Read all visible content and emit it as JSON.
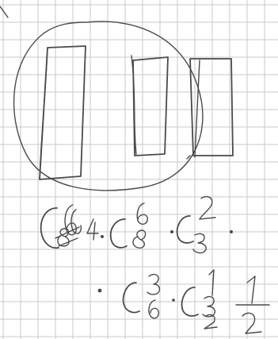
{
  "notes": {
    "line1": {
      "fragments": [
        "C",
        "6",
        "6",
        "8",
        "4",
        "C",
        "6",
        "8",
        "C",
        "2",
        "3"
      ]
    },
    "line2": {
      "fragments": [
        "C",
        "3",
        "6",
        "C",
        "1",
        "3",
        "2",
        "1",
        "2"
      ]
    }
  }
}
